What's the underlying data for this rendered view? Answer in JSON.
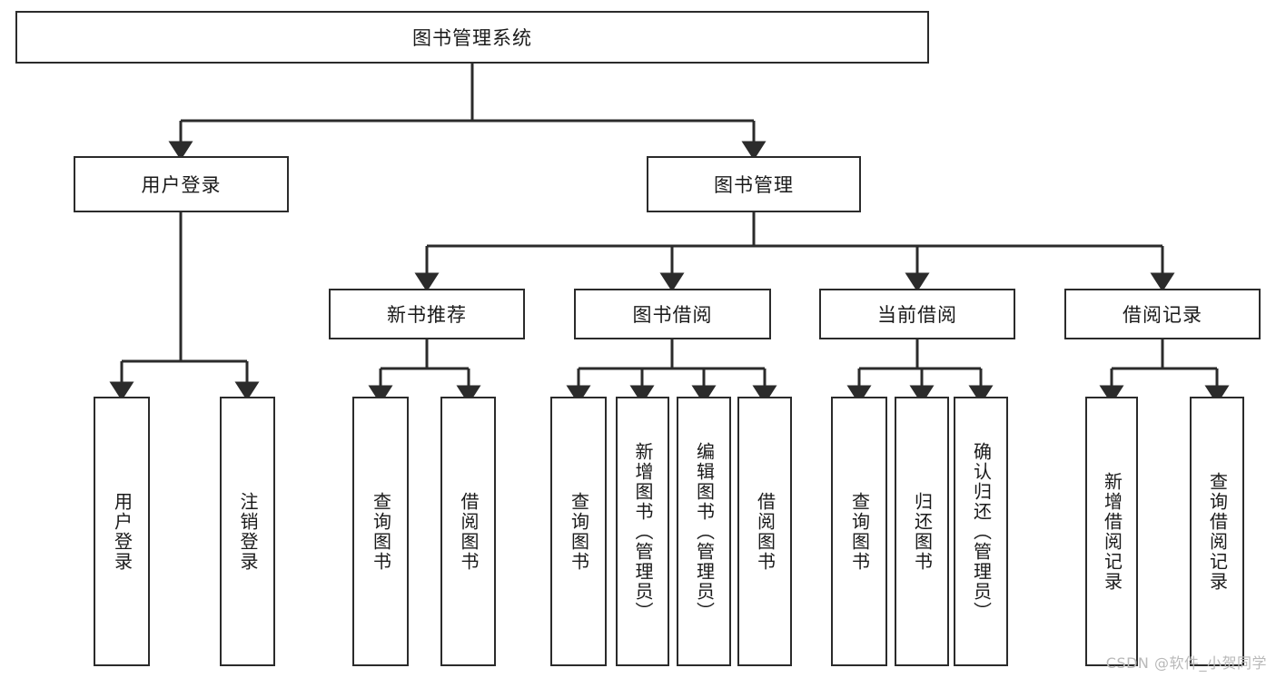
{
  "diagram": {
    "type": "tree",
    "title": "图书管理系统",
    "watermark": "CSDN @软件_小贺同学",
    "colors": {
      "box_border": "#2b2b2b",
      "box_fill": "#ffffff",
      "connector": "#2b2b2b",
      "text": "#1a1a1a",
      "watermark": "#b9b9b9"
    },
    "nodes": {
      "root": {
        "label": "图书管理系统"
      },
      "level2": [
        {
          "label": "用户登录"
        },
        {
          "label": "图书管理"
        }
      ],
      "level3": [
        {
          "label": "新书推荐"
        },
        {
          "label": "图书借阅"
        },
        {
          "label": "当前借阅"
        },
        {
          "label": "借阅记录"
        }
      ],
      "leaves": [
        {
          "label": "用户登录",
          "parent": "用户登录"
        },
        {
          "label": "注销登录",
          "parent": "用户登录"
        },
        {
          "label": "查询图书",
          "parent": "新书推荐"
        },
        {
          "label": "借阅图书",
          "parent": "新书推荐"
        },
        {
          "label": "查询图书",
          "parent": "图书借阅"
        },
        {
          "label": "新增图书（管理员）",
          "parent": "图书借阅"
        },
        {
          "label": "编辑图书（管理员）",
          "parent": "图书借阅"
        },
        {
          "label": "借阅图书",
          "parent": "图书借阅"
        },
        {
          "label": "查询图书",
          "parent": "当前借阅"
        },
        {
          "label": "归还图书",
          "parent": "当前借阅"
        },
        {
          "label": "确认归还（管理员）",
          "parent": "当前借阅"
        },
        {
          "label": "新增借阅记录",
          "parent": "借阅记录"
        },
        {
          "label": "查询借阅记录",
          "parent": "借阅记录"
        }
      ]
    },
    "edges": [
      {
        "from": "图书管理系统",
        "to": "用户登录"
      },
      {
        "from": "图书管理系统",
        "to": "图书管理"
      },
      {
        "from": "用户登录",
        "to": "用户登录"
      },
      {
        "from": "用户登录",
        "to": "注销登录"
      },
      {
        "from": "图书管理",
        "to": "新书推荐"
      },
      {
        "from": "图书管理",
        "to": "图书借阅"
      },
      {
        "from": "图书管理",
        "to": "当前借阅"
      },
      {
        "from": "图书管理",
        "to": "借阅记录"
      },
      {
        "from": "新书推荐",
        "to": "查询图书"
      },
      {
        "from": "新书推荐",
        "to": "借阅图书"
      },
      {
        "from": "图书借阅",
        "to": "查询图书"
      },
      {
        "from": "图书借阅",
        "to": "新增图书（管理员）"
      },
      {
        "from": "图书借阅",
        "to": "编辑图书（管理员）"
      },
      {
        "from": "图书借阅",
        "to": "借阅图书"
      },
      {
        "from": "当前借阅",
        "to": "查询图书"
      },
      {
        "from": "当前借阅",
        "to": "归还图书"
      },
      {
        "from": "当前借阅",
        "to": "确认归还（管理员）"
      },
      {
        "from": "借阅记录",
        "to": "新增借阅记录"
      },
      {
        "from": "借阅记录",
        "to": "查询借阅记录"
      }
    ]
  }
}
